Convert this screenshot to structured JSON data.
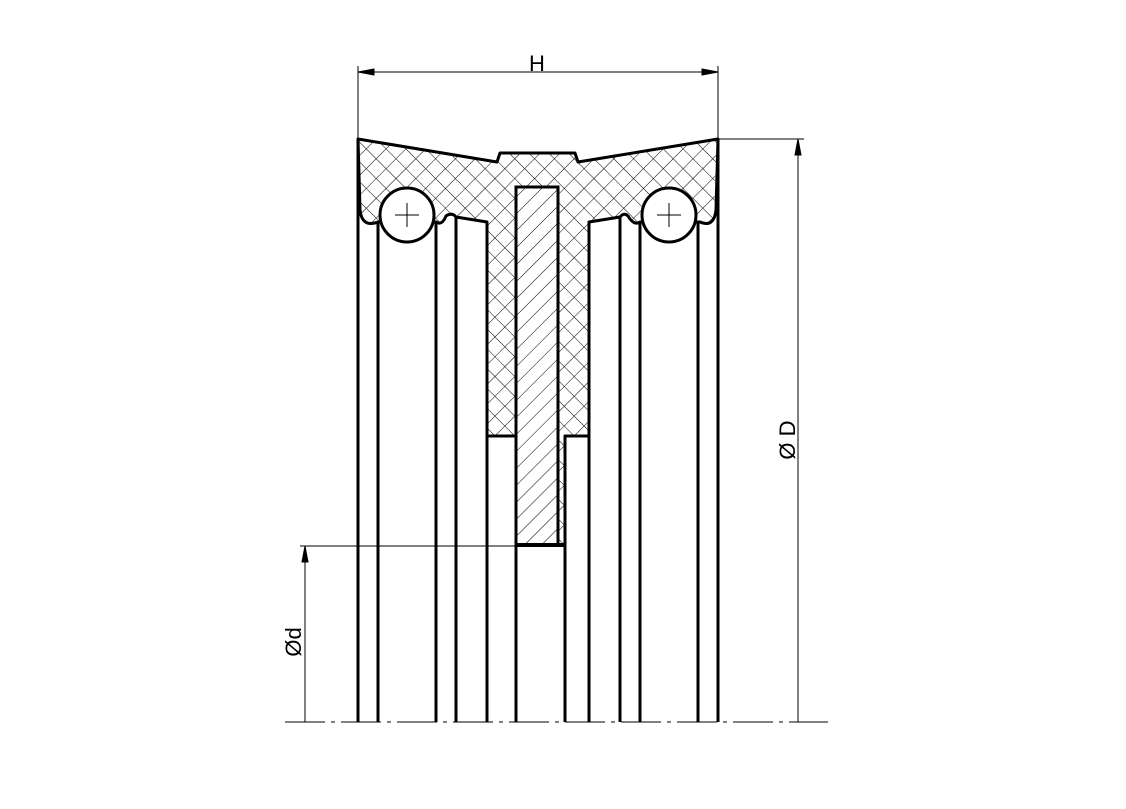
{
  "drawing": {
    "dimension_width_label": "H",
    "dimension_outer_diameter_label": "Ø D",
    "dimension_inner_diameter_label": "Ød"
  },
  "colors": {
    "line": "#000000",
    "background": "#ffffff"
  }
}
